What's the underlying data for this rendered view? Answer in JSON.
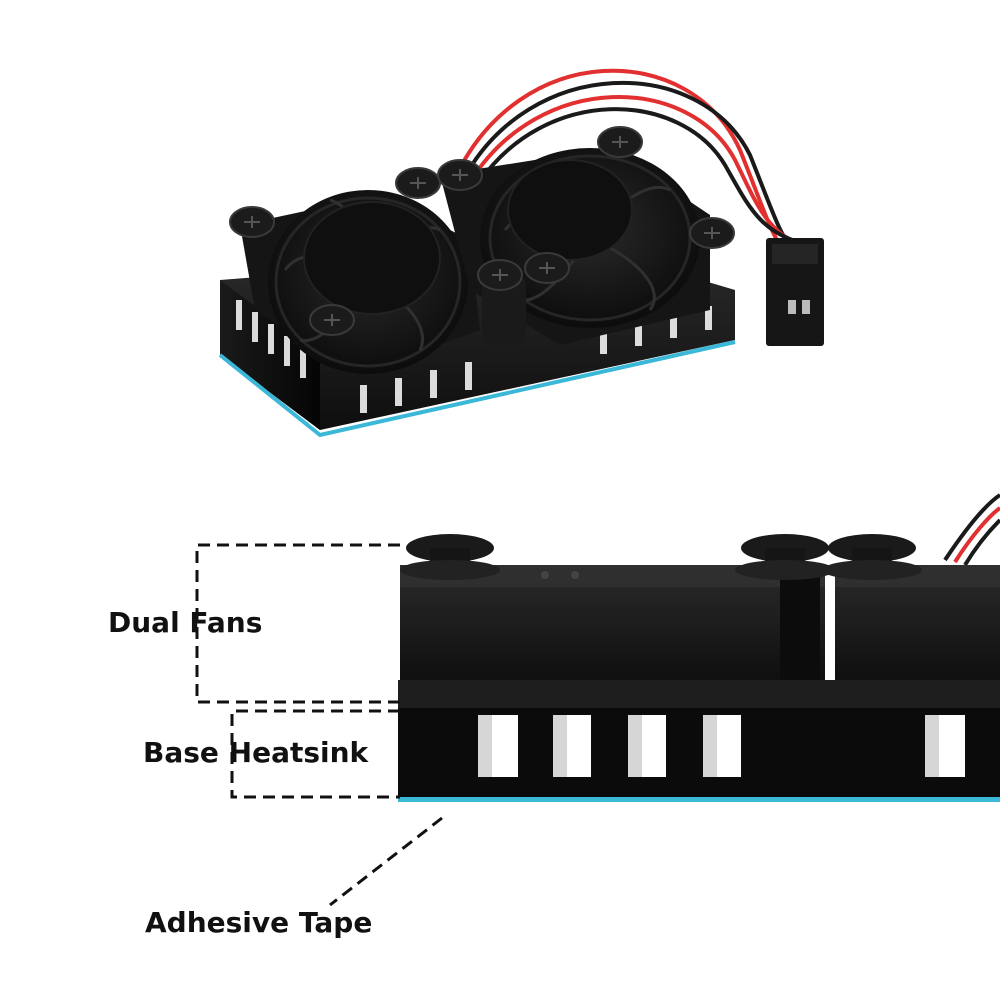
{
  "labels": {
    "dual_fans": "Dual Fans",
    "base_heatsink": "Base Heatsink",
    "adhesive_tape": "Adhesive Tape"
  },
  "colors": {
    "background": "#ffffff",
    "body": "#141414",
    "fan_blade": "#1c1c1c",
    "tape": "#3bb7d8",
    "wire_red": "#e23030",
    "wire_black": "#1a1a1a",
    "callout": "#111111"
  }
}
